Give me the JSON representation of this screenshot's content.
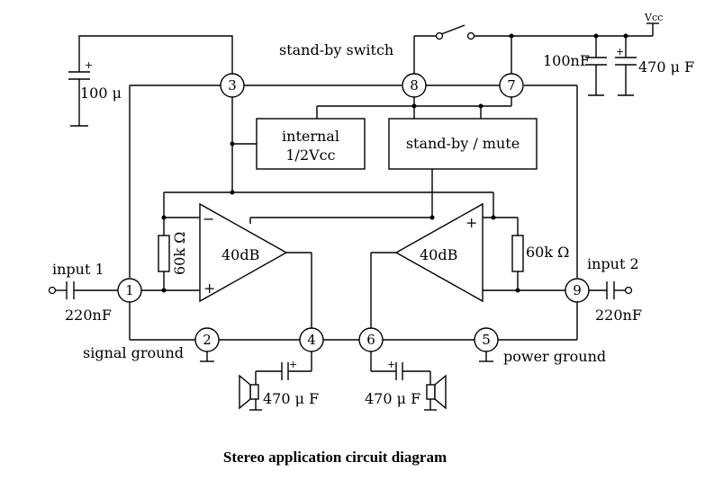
{
  "caption": "Stereo application circuit diagram",
  "pins": [
    "1",
    "2",
    "3",
    "4",
    "5",
    "6",
    "7",
    "8",
    "9"
  ],
  "blocks": {
    "internal_line1": "internal",
    "internal_line2": "1/2Vcc",
    "standby_mute": "stand-by / mute"
  },
  "amplifiers": {
    "left_gain": "40dB",
    "right_gain": "40dB",
    "left_minus": "−",
    "left_plus": "+",
    "right_plus": "+"
  },
  "labels": {
    "standby_switch": "stand-by switch",
    "vcc": "Vcc",
    "input1": "input 1",
    "input2": "input 2",
    "signal_ground": "signal ground",
    "power_ground": "power ground"
  },
  "components": {
    "cap_100u": "100 μ",
    "cap_100nf": "100nF",
    "cap_470_supply": "470 μ F",
    "cap_220nf_left": "220nF",
    "cap_220nf_right": "220nF",
    "res_left": "60k Ω",
    "res_right": "60k Ω",
    "cap_470_left": "470 μ F",
    "cap_470_right": "470 μ F",
    "plus": "+"
  }
}
